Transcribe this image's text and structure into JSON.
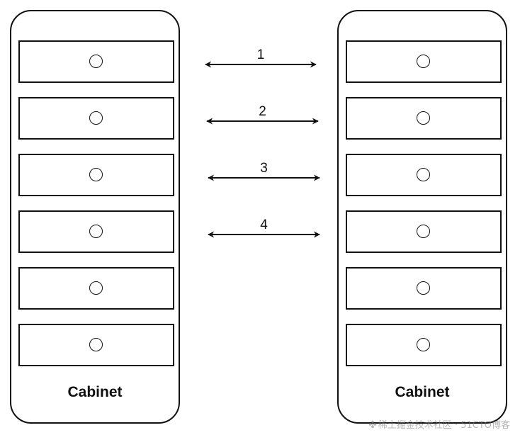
{
  "cabinets": [
    {
      "label": "Cabinet",
      "slot_count": 6
    },
    {
      "label": "Cabinet",
      "slot_count": 6
    }
  ],
  "links": [
    {
      "label": "1"
    },
    {
      "label": "2"
    },
    {
      "label": "3"
    },
    {
      "label": "4"
    }
  ],
  "watermark": {
    "text": "稀土掘金技术社区 · 51CTO博客"
  },
  "colors": {
    "stroke": "#111111",
    "background": "#ffffff"
  }
}
